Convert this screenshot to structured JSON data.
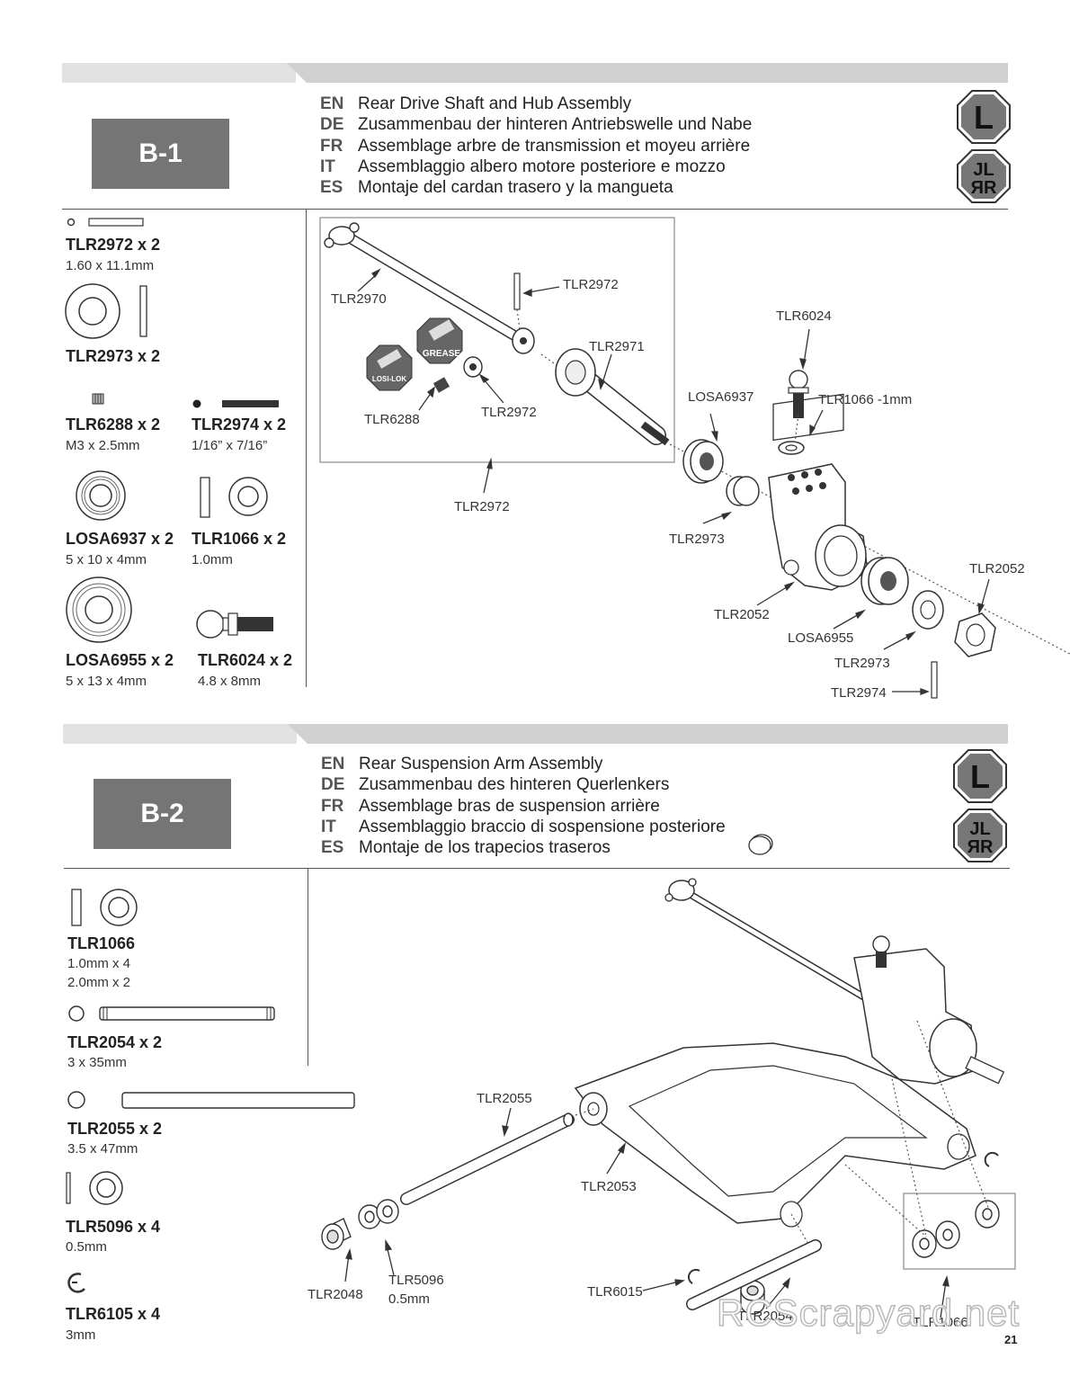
{
  "b1": {
    "step": "B-1",
    "langs": [
      {
        "code": "EN",
        "text": "Rear Drive Shaft and Hub Assembly"
      },
      {
        "code": "DE",
        "text": "Zusammenbau der hinteren Antriebswelle und Nabe"
      },
      {
        "code": "FR",
        "text": "Assemblage arbre de transmission et moyeu arrière"
      },
      {
        "code": "IT",
        "text": "Assemblaggio albero motore posteriore e mozzo"
      },
      {
        "code": "ES",
        "text": "Montaje del cardan trasero y la mangueta"
      }
    ],
    "badge_l": "L",
    "badge_lr_top": "JL",
    "badge_lr_bottom": "ЯR",
    "parts": [
      {
        "name": "TLR2972 x 2",
        "desc": "1.60 x 11.1mm"
      },
      {
        "name": "TLR2973 x 2",
        "desc": ""
      },
      {
        "name": "TLR6288 x 2",
        "desc": "M3 x 2.5mm"
      },
      {
        "name": "TLR2974 x 2",
        "desc": "1/16” x 7/16”"
      },
      {
        "name": "LOSA6937 x 2",
        "desc": "5 x 10 x 4mm"
      },
      {
        "name": "TLR1066 x 2",
        "desc": "1.0mm"
      },
      {
        "name": "LOSA6955 x 2",
        "desc": "5 x 13 x 4mm"
      },
      {
        "name": "TLR6024 x 2",
        "desc": "4.8 x 8mm"
      }
    ],
    "labels": {
      "tlr2970": "TLR2970",
      "tlr2972a": "TLR2972",
      "tlr2971": "TLR2971",
      "tlr6288": "TLR6288",
      "tlr2972b": "TLR2972",
      "tlr2972c": "TLR2972",
      "tlr6024": "TLR6024",
      "losa6937": "LOSA6937",
      "tlr1066": "TLR1066 -1mm",
      "tlr2973a": "TLR2973",
      "tlr2052a": "TLR2052",
      "tlr2052b": "TLR2052",
      "losa6955": "LOSA6955",
      "tlr2973b": "TLR2973",
      "tlr2974": "TLR2974",
      "grease": "GREASE",
      "losilok": "LOSI-LOK"
    }
  },
  "b2": {
    "step": "B-2",
    "langs": [
      {
        "code": "EN",
        "text": "Rear Suspension Arm Assembly"
      },
      {
        "code": "DE",
        "text": "Zusammenbau des hinteren Querlenkers"
      },
      {
        "code": "FR",
        "text": "Assemblage bras de suspension arrière"
      },
      {
        "code": "IT",
        "text": "Assemblaggio braccio di sospensione posteriore"
      },
      {
        "code": "ES",
        "text": "Montaje de los trapecios traseros"
      }
    ],
    "badge_l": "L",
    "badge_lr_top": "JL",
    "badge_lr_bottom": "ЯR",
    "parts": [
      {
        "name": "TLR1066",
        "desc": "1.0mm x 4",
        "desc2": "2.0mm x 2"
      },
      {
        "name": "TLR2054 x 2",
        "desc": "3 x 35mm"
      },
      {
        "name": "TLR2055 x 2",
        "desc": "3.5 x 47mm"
      },
      {
        "name": "TLR5096 x 4",
        "desc": "0.5mm"
      },
      {
        "name": "TLR6105 x 4",
        "desc": "3mm"
      }
    ],
    "labels": {
      "tlr2055": "TLR2055",
      "tlr2053": "TLR2053",
      "tlr2048": "TLR2048",
      "tlr5096": "TLR5096",
      "tlr5096b": "0.5mm",
      "tlr6015": "TLR6015",
      "tlr2054": "TLR2054",
      "tlr1066": "TLR1066"
    }
  },
  "watermark": "RCScrapyard.net",
  "page_number": "21"
}
